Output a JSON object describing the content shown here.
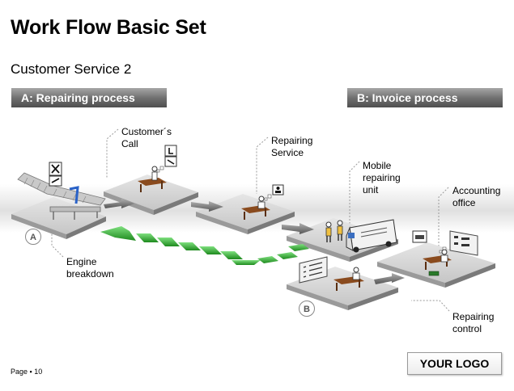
{
  "title": "Work Flow Basic Set",
  "subtitle": "Customer Service 2",
  "sections": {
    "a": "A: Repairing process",
    "b": "B: Invoice process"
  },
  "labels": {
    "customer_call": "Customer´s\nCall",
    "repairing_service": "Repairing\nService",
    "mobile_unit": "Mobile\nrepairing\nunit",
    "accounting": "Accounting\noffice",
    "engine": "Engine\nbreakdown",
    "repairing_control": "Repairing\ncontrol"
  },
  "markers": {
    "a": "A",
    "b": "B"
  },
  "footer": {
    "page": "Page ▪ 10",
    "logo": "YOUR LOGO"
  },
  "colors": {
    "header": "#6d6d6d",
    "arrow_green": "#2e9e2e",
    "arrow_gray": "#808080",
    "platform": "#d0d0d0"
  }
}
